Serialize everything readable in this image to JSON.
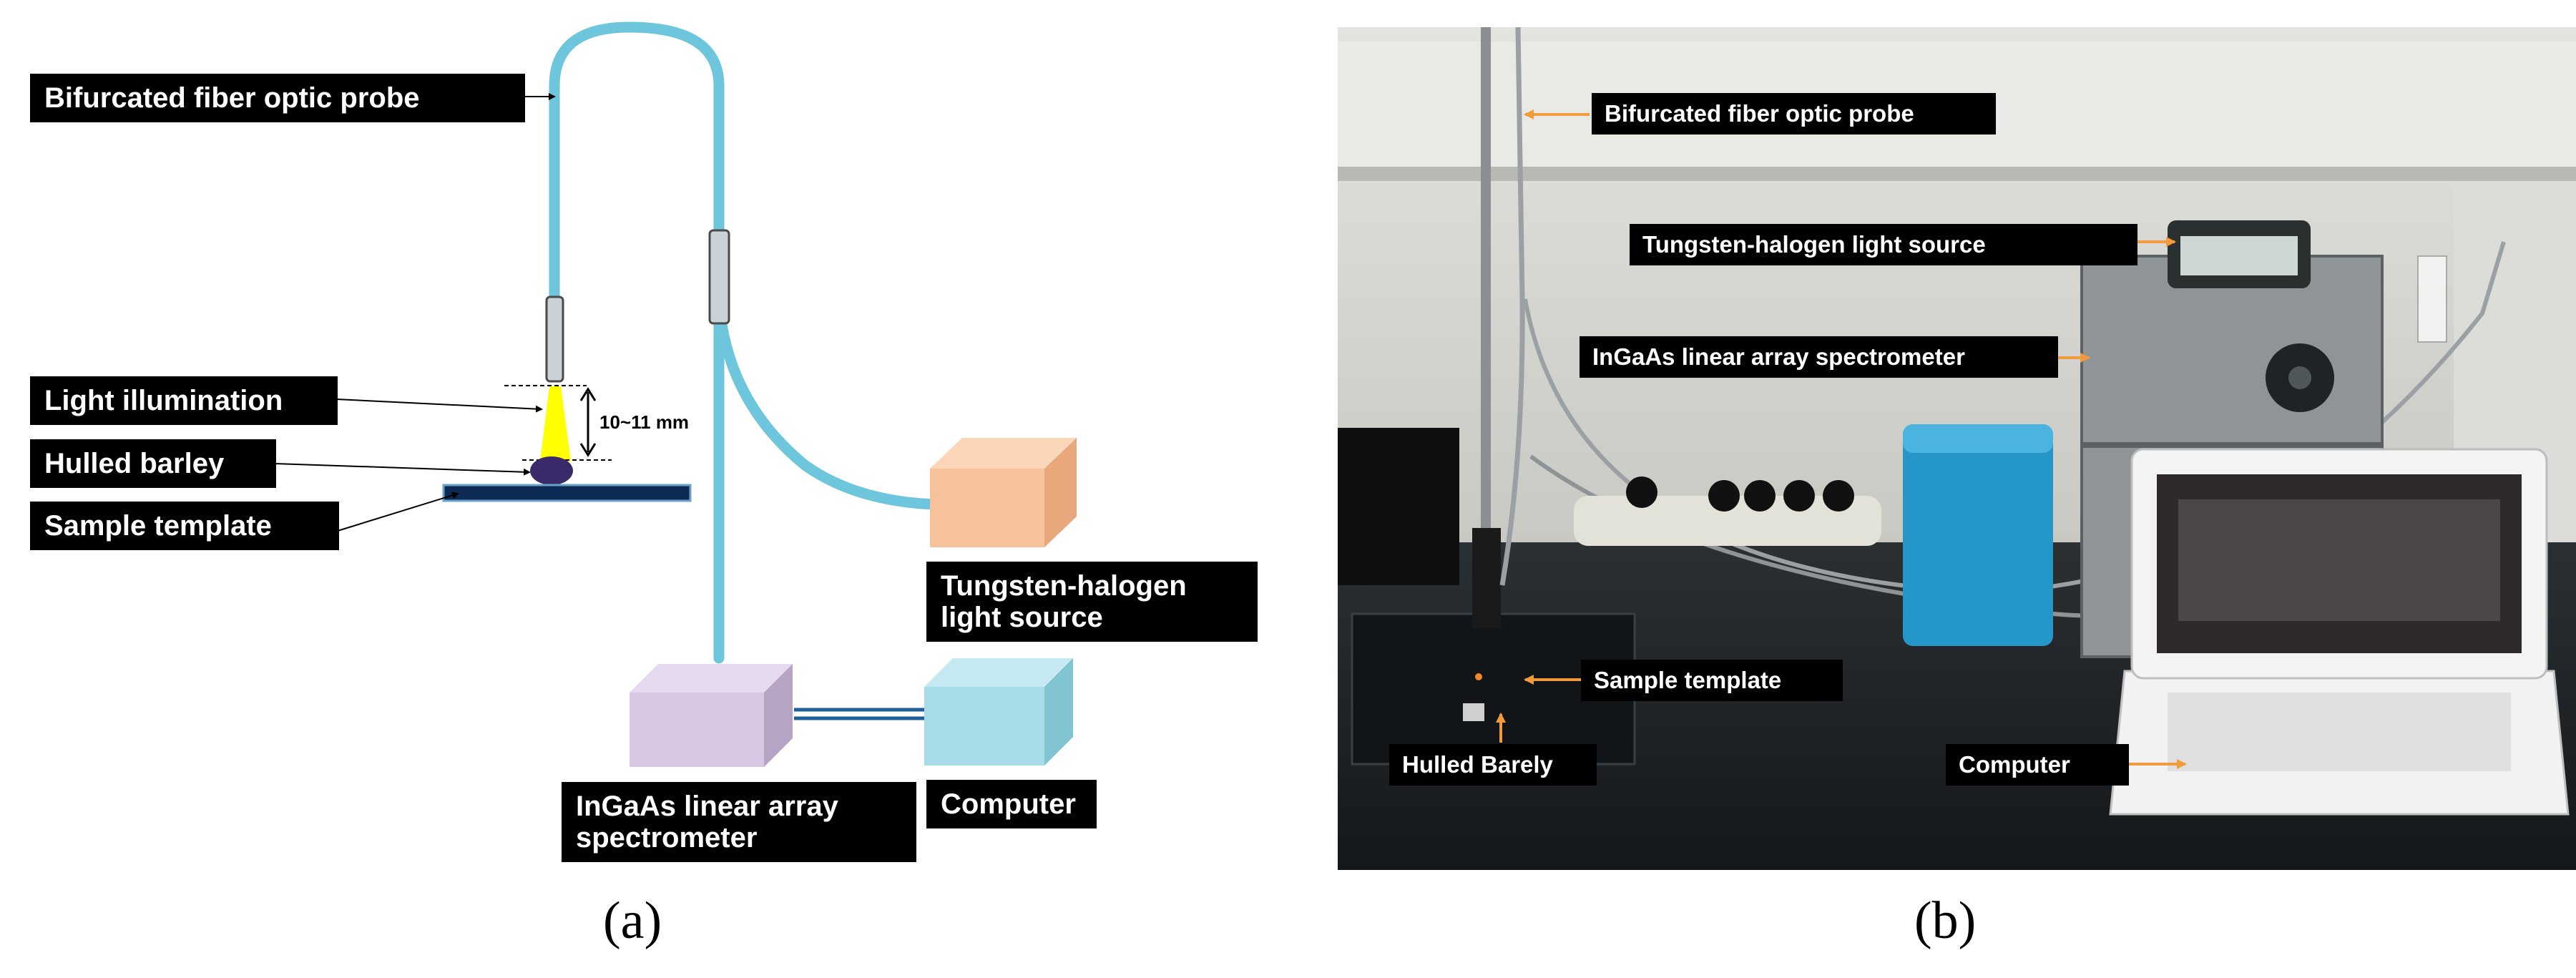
{
  "panel_a": {
    "caption": "(a)",
    "labels": {
      "probe": "Bifurcated fiber optic probe",
      "light_illumination": "Light illumination",
      "hulled_barley": "Hulled barley",
      "sample_template": "Sample template",
      "light_source_line1": "Tungsten-halogen",
      "light_source_line2": "light source",
      "spectrometer_line1": "InGaAs linear array",
      "spectrometer_line2": "spectrometer",
      "computer": "Computer",
      "distance": "10~11 mm"
    },
    "colors": {
      "fiber": "#6ec6dc",
      "light_source_box": "#f7c29b",
      "spectrometer_box": "#d9c7e3",
      "computer_box": "#a6dce6",
      "illumination_beam": "#ffff00",
      "sample_template": "#0d2b55"
    }
  },
  "panel_b": {
    "caption": "(b)",
    "labels": {
      "probe": "Bifurcated fiber optic probe",
      "light_source": "Tungsten-halogen  light source",
      "spectrometer": "InGaAs linear array spectrometer",
      "sample_template": "Sample template",
      "hulled_barley": "Hulled Barely",
      "computer": "Computer"
    },
    "colors": {
      "arrow": "#f39a3c",
      "wall": "#d8d8d4",
      "table": "#1f2326"
    },
    "photo_description_icons": [
      "photograph-of-setup"
    ]
  }
}
